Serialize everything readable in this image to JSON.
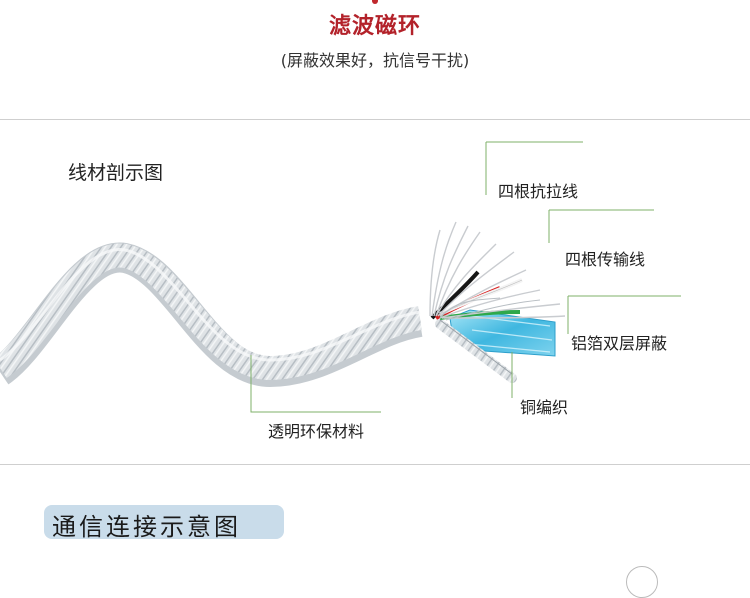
{
  "header": {
    "title": "滤波磁环",
    "subtitle": "(屏蔽效果好，抗信号干扰)"
  },
  "section": {
    "heading": "线材剖示图"
  },
  "callouts": {
    "tensile_wires": "四根抗拉线",
    "transmission_wires": "四根传输线",
    "foil_shield": "铝箔双层屏蔽",
    "copper_braid": "铜编织",
    "jacket": "透明环保材料"
  },
  "footer": {
    "badge": "通信连接示意图"
  },
  "colors": {
    "title_red": "#b3222a",
    "callout_green": "#7fb06a",
    "badge_blue": "#c9dcea",
    "foil_cyan": "#3fb7e0"
  }
}
